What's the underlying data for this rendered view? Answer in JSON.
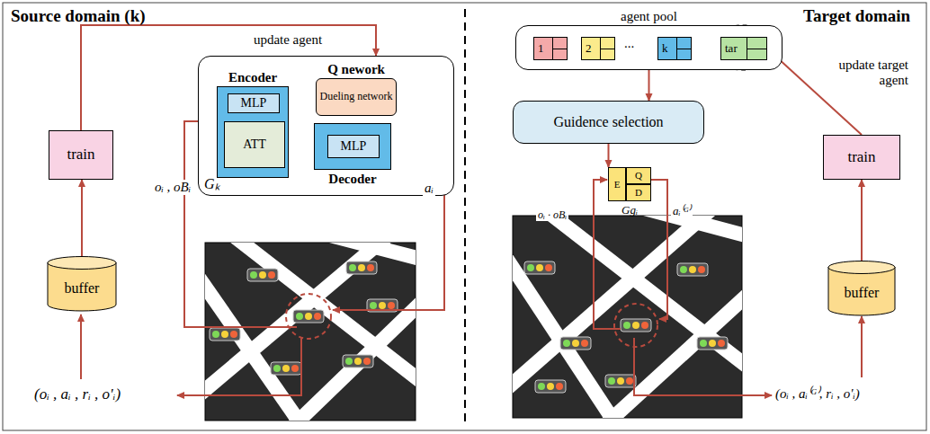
{
  "diagram": {
    "nodes": [
      {
        "text": [
          "train"
        ]
      },
      {
        "text": [
          "buffer"
        ]
      },
      {
        "text": [
          "Gₖ"
        ]
      },
      {
        "text": [
          "Encoder"
        ],
        "in": 2
      },
      {
        "text": [
          "MLP"
        ],
        "in": 3
      },
      {
        "text": [
          "ATT"
        ],
        "in": 3
      },
      {
        "text": [
          "Q nework",
          "Dueling network"
        ],
        "in": 2
      },
      {
        "text": [
          "Decoder"
        ],
        "in": 2
      },
      {
        "text": [
          "MLP"
        ],
        "in": 7
      },
      {
        "text": [
          "agent pool"
        ]
      },
      {
        "text": [
          "1"
        ],
        "in": 9
      },
      {
        "text": [
          "2"
        ],
        "in": 9
      },
      {
        "text": [
          "k"
        ],
        "in": 9
      },
      {
        "text": [
          "tar"
        ],
        "in": 9
      },
      {
        "text": [
          "Guidence selection"
        ]
      },
      {
        "text": [
          "Ggᵢ"
        ]
      },
      {
        "text": [
          "E"
        ],
        "in": 15
      },
      {
        "text": [
          "Q"
        ],
        "in": 15
      },
      {
        "text": [
          "D"
        ],
        "in": 15
      },
      {
        "text": [
          "train"
        ]
      },
      {
        "text": [
          "buffer"
        ]
      }
    ],
    "edges": [
      {
        "from": 1,
        "to": 0,
        "arrow": "to"
      },
      {
        "from": 0,
        "to": 2,
        "label": "update agent",
        "arrow": "to"
      },
      {
        "from": 4,
        "to": 5,
        "arrow": "none"
      },
      {
        "from": 5,
        "to": 6,
        "arrow": "none"
      },
      {
        "from": 5,
        "to": 8,
        "arrow": "none"
      },
      {
        "from": 9,
        "to": 14,
        "arrow": "to"
      },
      {
        "from": 14,
        "to": 15,
        "arrow": "to"
      },
      {
        "from": 20,
        "to": 19,
        "arrow": "to"
      },
      {
        "from": 19,
        "to": 13,
        "label": "update target agent",
        "arrow": "to"
      }
    ],
    "labels": [
      "Source domain (k)",
      "Target domain",
      "oᵢ , oBᵢ",
      "aᵢ",
      "(oᵢ , aᵢ , rᵢ , o'ᵢ)",
      "...",
      "oᵢ · oBᵢ",
      "aᵢ⁽ᴳ⁾",
      "(oᵢ , aᵢ⁽ᴳ⁾, rᵢ , o'ᵢ)"
    ]
  }
}
